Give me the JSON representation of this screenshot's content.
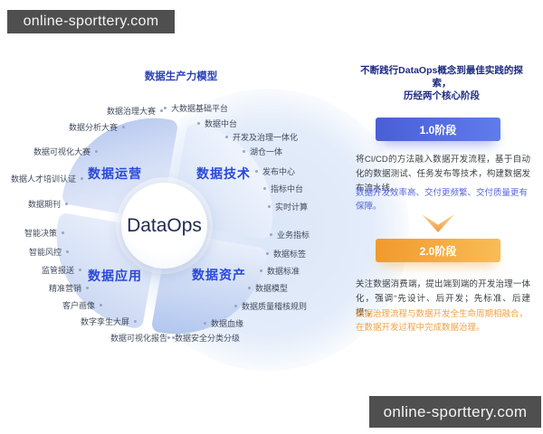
{
  "watermark": {
    "text": "online-sporttery.com"
  },
  "colors": {
    "quadrant_label_blue": "#2a49d8",
    "stage1_banner_blue": "#4e63dc",
    "stage2_banner_orange": "#f6a236",
    "highlight_blue": "#5a68dd",
    "highlight_orange": "#f0a243",
    "watermark_bg": "#4f4f4f"
  },
  "diagram": {
    "title": "数据生产力模型",
    "center_label": "DataOps",
    "quadrants": [
      "数据运营",
      "数据技术",
      "数据应用",
      "数据资产"
    ],
    "ring_items": [
      "大数据基础平台",
      "数据中台",
      "开发及治理一体化",
      "湖仓一体",
      "发布中心",
      "指标中台",
      "实时计算",
      "业务指标",
      "数据标签",
      "数据标准",
      "数据模型",
      "数据质量稽核规则",
      "数据血缘",
      "数据安全分类分级",
      "数据可视化报告",
      "数字孪生大屏",
      "客户画像",
      "精准营销",
      "监管报送",
      "智能风控",
      "智能决策",
      "数据期刊",
      "数据人才培训认证",
      "数据可视化大赛",
      "数据分析大赛",
      "数据治理大赛"
    ]
  },
  "panel": {
    "heading_line1": "不断践行DataOps概念到最佳实践的探索，",
    "heading_line2": "历经两个核心阶段",
    "stages": [
      {
        "label": "1.0阶段",
        "body": "将CI/CD的方法融入数据开发流程，基于自动化的数据测试、任务发布等技术，构建数据发布流水线。",
        "highlight": "数据开发效率高、交付更频繁、交付质量更有保障。"
      },
      {
        "label": "2.0阶段",
        "body": "关注数据消费端，提出端到端的开发治理一体化，强调“先设计、后开发；先标准、后建模”。",
        "highlight": "数据治理流程与数据开发全生命周期相融合，在数据开发过程中完成数据治理。"
      }
    ]
  }
}
